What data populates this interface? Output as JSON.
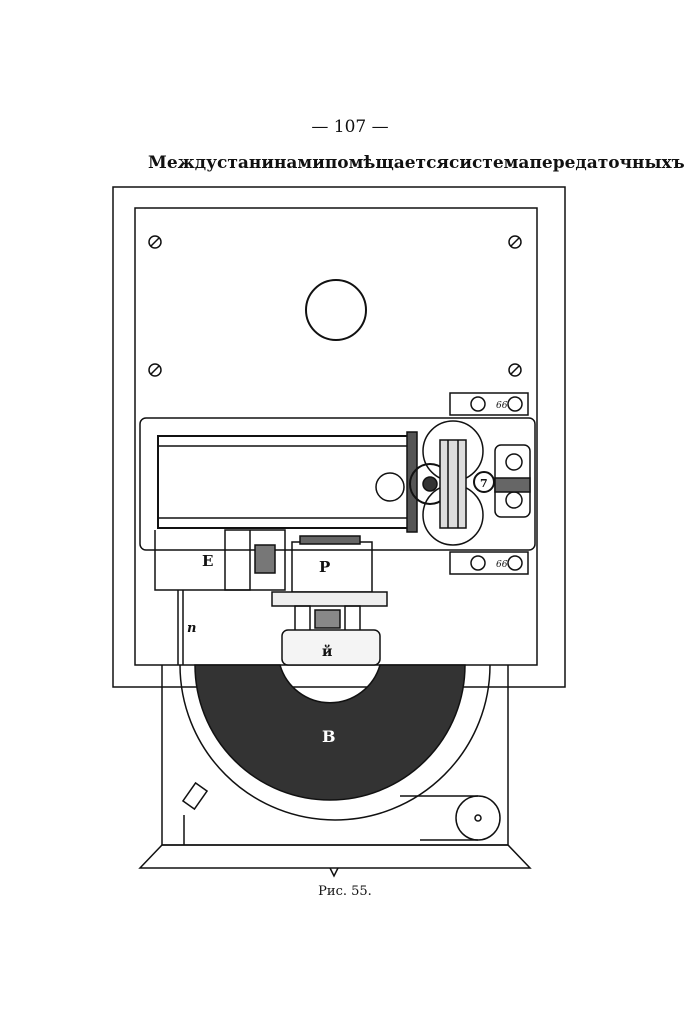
{
  "page_number": "— 107 —",
  "text_line_words": [
    "Между",
    "станинами",
    "помѣщается",
    "система",
    "передаточныхъ"
  ],
  "figure": {
    "caption": "Рис. 55.",
    "labels": {
      "E": "E",
      "P": "P",
      "i": "й",
      "B": "B",
      "n": "n",
      "seven": "7",
      "plate_top": "66",
      "plate_bottom": "66"
    }
  }
}
